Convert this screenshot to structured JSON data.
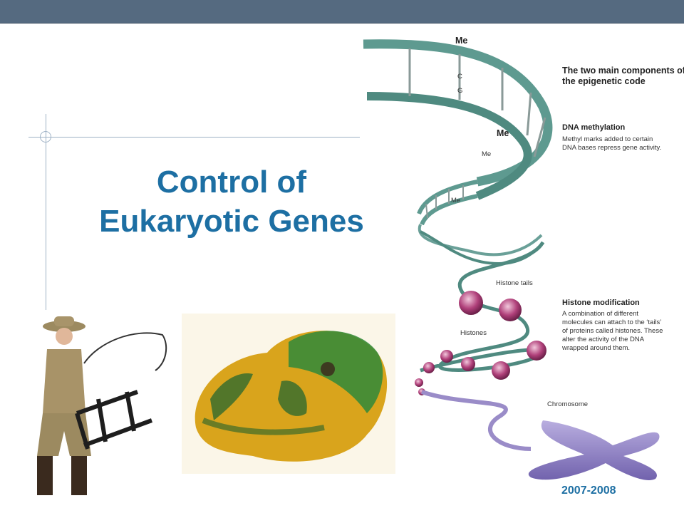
{
  "slide": {
    "title_line1": "Control of",
    "title_line2": "Eukaryotic Genes",
    "year": "2007-2008"
  },
  "figure": {
    "heading": "The two main components of the epigenetic code",
    "me_label": "Me",
    "dna_methylation": {
      "title": "DNA methylation",
      "body_line1": "Methyl marks added to certain",
      "body_line2": "DNA bases repress gene activity."
    },
    "histone_modification": {
      "title": "Histone modification",
      "body_line1": "A combination of different",
      "body_line2": "molecules can attach to the ‘tails’",
      "body_line3": "of proteins called histones. These",
      "body_line4": "alter the activity of the DNA",
      "body_line5": "wrapped around them."
    },
    "label_histone_tails": "Histone tails",
    "label_histones": "Histones",
    "label_chromosome": "Chromosome",
    "base_c": "C",
    "base_g": "G"
  },
  "colors": {
    "topbar": "#556a80",
    "title": "#1d6fa3",
    "dna_backbone": "#5e9a90",
    "histone": "#b0407a",
    "chromosome": "#8c7cc0",
    "embryo_stain": "#2f8a3a",
    "embryo_body": "#d9a41c"
  },
  "icons": [
    "guide-crosshair-icon"
  ]
}
